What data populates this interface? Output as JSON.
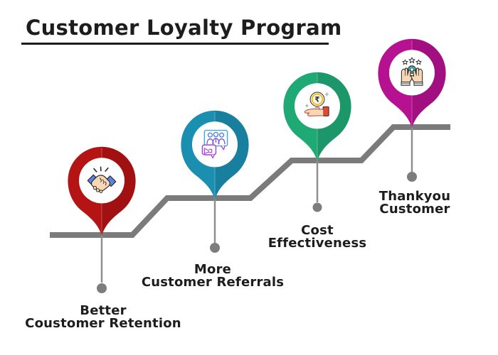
{
  "title": {
    "text": "Customer Loyalty Program"
  },
  "steps": [
    {
      "label_line1": "Better",
      "label_line2": "Coustomer Retention",
      "pin_color": "#b41414",
      "icon": "handshake-icon"
    },
    {
      "label_line1": "More",
      "label_line2": "Customer Referrals",
      "pin_color": "#1b8fb0",
      "icon": "referral-people-megaphone-icon"
    },
    {
      "label_line1": "Cost",
      "label_line2": "Effectiveness",
      "pin_color": "#1fa975",
      "icon": "rupee-in-hand-icon"
    },
    {
      "label_line1": "Thankyou",
      "label_line2": "Customer",
      "pin_color": "#b51190",
      "icon": "appreciation-hands-stars-icon"
    }
  ],
  "line_colors": {
    "stair_gray": "#7b7b7b",
    "connector_gray": "#8f8f8f",
    "dot_gray": "#7d7d7d",
    "title_dark": "#1d1d1d"
  },
  "icon_colors": {
    "skin": "#f8d7b4",
    "cuff_blue": "#5b82e8",
    "coin_yellow": "#eebc24",
    "sleeve_red": "#e8472e",
    "badge_teal": "#3ebfc6",
    "frame_blue": "#44a8e0",
    "person_blue": "#4a7ee8",
    "person_purple": "#7a55d8",
    "bubble_purple": "#a444dc"
  }
}
